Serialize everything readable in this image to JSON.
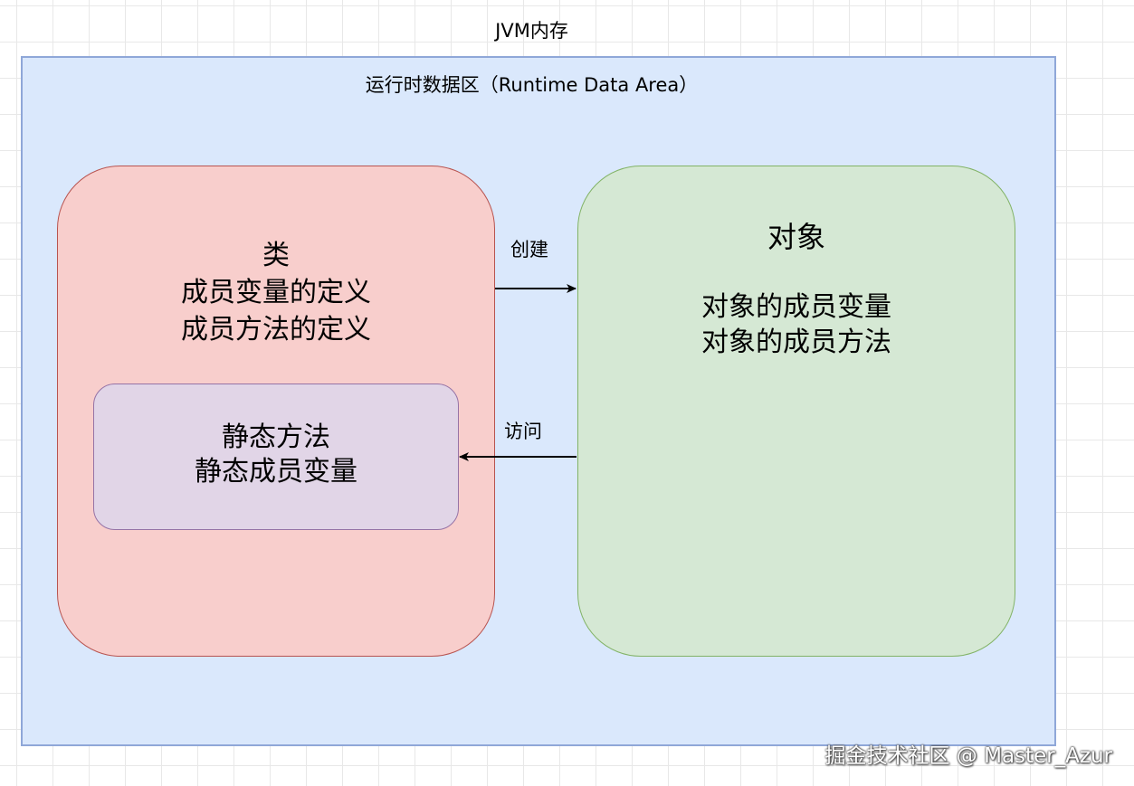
{
  "diagram": {
    "title": "JVM内存",
    "runtime_area_label": "运行时数据区（Runtime Data Area）",
    "class_box": {
      "line1": "类",
      "line2": "成员变量的定义",
      "line3": "成员方法的定义"
    },
    "static_box": {
      "line1": "静态方法",
      "line2": "静态成员变量"
    },
    "object_box": {
      "title": "对象",
      "line1": "对象的成员变量",
      "line2": "对象的成员方法"
    },
    "edges": {
      "create_label": "创建",
      "access_label": "访问"
    },
    "colors": {
      "runtime_area_fill": "#dae8fc",
      "class_fill": "#f8cecc",
      "static_fill": "#e1d5e7",
      "object_fill": "#d5e8d4"
    }
  },
  "watermark": "掘金技术社区 @ Master_Azur"
}
